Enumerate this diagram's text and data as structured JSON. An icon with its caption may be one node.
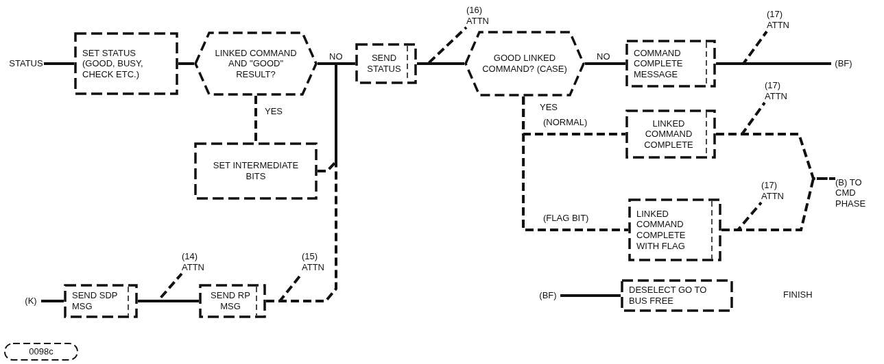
{
  "diagram": {
    "nodes": [
      {
        "text": [
          "STATUS"
        ]
      },
      {
        "text": [
          "SET STATUS (GOOD, BUSY, CHECK ETC.)"
        ]
      },
      {
        "text": [
          "LINKED COMMAND AND \"GOOD\" RESULT?"
        ]
      },
      {
        "text": [
          "SEND STATUS"
        ]
      },
      {
        "text": [
          "(16) ATTN"
        ]
      },
      {
        "text": [
          "GOOD LINKED COMMAND? (CASE)"
        ]
      },
      {
        "text": [
          "COMMAND COMPLETE MESSAGE"
        ]
      },
      {
        "text": [
          "(17) ATTN"
        ]
      },
      {
        "text": [
          "(BF)"
        ]
      },
      {
        "text": [
          "SET INTERMEDIATE BITS"
        ]
      },
      {
        "text": [
          "(17) ATTN"
        ]
      },
      {
        "text": [
          "LINKED COMMAND COMPLETE"
        ]
      },
      {
        "text": [
          "(B) TO CMD PHASE"
        ]
      },
      {
        "text": [
          "(17) ATTN"
        ]
      },
      {
        "text": [
          "LINKED COMMAND COMPLETE WITH FLAG"
        ]
      },
      {
        "text": [
          "(14) ATTN"
        ]
      },
      {
        "text": [
          "(15) ATTN"
        ]
      },
      {
        "text": [
          "(K)"
        ]
      },
      {
        "text": [
          "SEND SDP MSG"
        ]
      },
      {
        "text": [
          "SEND RP MSG"
        ]
      },
      {
        "text": [
          "(BF)"
        ]
      },
      {
        "text": [
          "DESELECT GO TO BUS FREE"
        ]
      },
      {
        "text": [
          "0098c"
        ]
      }
    ],
    "edges": [
      {
        "from": 0,
        "to": 1,
        "arrow": "none"
      },
      {
        "from": 1,
        "to": 2,
        "arrow": "none"
      },
      {
        "from": 2,
        "to": 3,
        "arrow": "none",
        "label": "NO"
      },
      {
        "from": 2,
        "to": 9,
        "arrow": "none",
        "label": "YES",
        "style": "dashed"
      },
      {
        "from": 9,
        "to": 3,
        "arrow": "none",
        "style": "dashed"
      },
      {
        "from": 3,
        "to": 5,
        "arrow": "none"
      },
      {
        "from": 3,
        "to": 4,
        "arrow": "none",
        "style": "dashed"
      },
      {
        "from": 5,
        "to": 6,
        "arrow": "none",
        "label": "NO"
      },
      {
        "from": 6,
        "to": 8,
        "arrow": "none"
      },
      {
        "from": 6,
        "to": 7,
        "arrow": "none",
        "style": "dashed"
      },
      {
        "from": 5,
        "to": 11,
        "arrow": "none",
        "label": "(NORMAL)",
        "style": "dashed"
      },
      {
        "from": 5,
        "to": 14,
        "arrow": "none",
        "label": "(FLAG BIT)",
        "style": "dashed"
      },
      {
        "from": 11,
        "to": 12,
        "arrow": "none",
        "style": "dashed"
      },
      {
        "from": 14,
        "to": 12,
        "arrow": "none",
        "style": "dashed"
      },
      {
        "from": 11,
        "to": 10,
        "arrow": "none",
        "style": "dashed"
      },
      {
        "from": 14,
        "to": 13,
        "arrow": "none",
        "style": "dashed"
      },
      {
        "from": 17,
        "to": 18,
        "arrow": "none"
      },
      {
        "from": 18,
        "to": 19,
        "arrow": "none"
      },
      {
        "from": 18,
        "to": 15,
        "arrow": "none",
        "style": "dashed"
      },
      {
        "from": 19,
        "to": 3,
        "arrow": "none",
        "style": "dashed"
      },
      {
        "from": 19,
        "to": 16,
        "arrow": "none",
        "style": "dashed"
      },
      {
        "from": 20,
        "to": 21,
        "arrow": "none"
      }
    ],
    "labels": [
      "YES",
      "FINISH"
    ]
  }
}
